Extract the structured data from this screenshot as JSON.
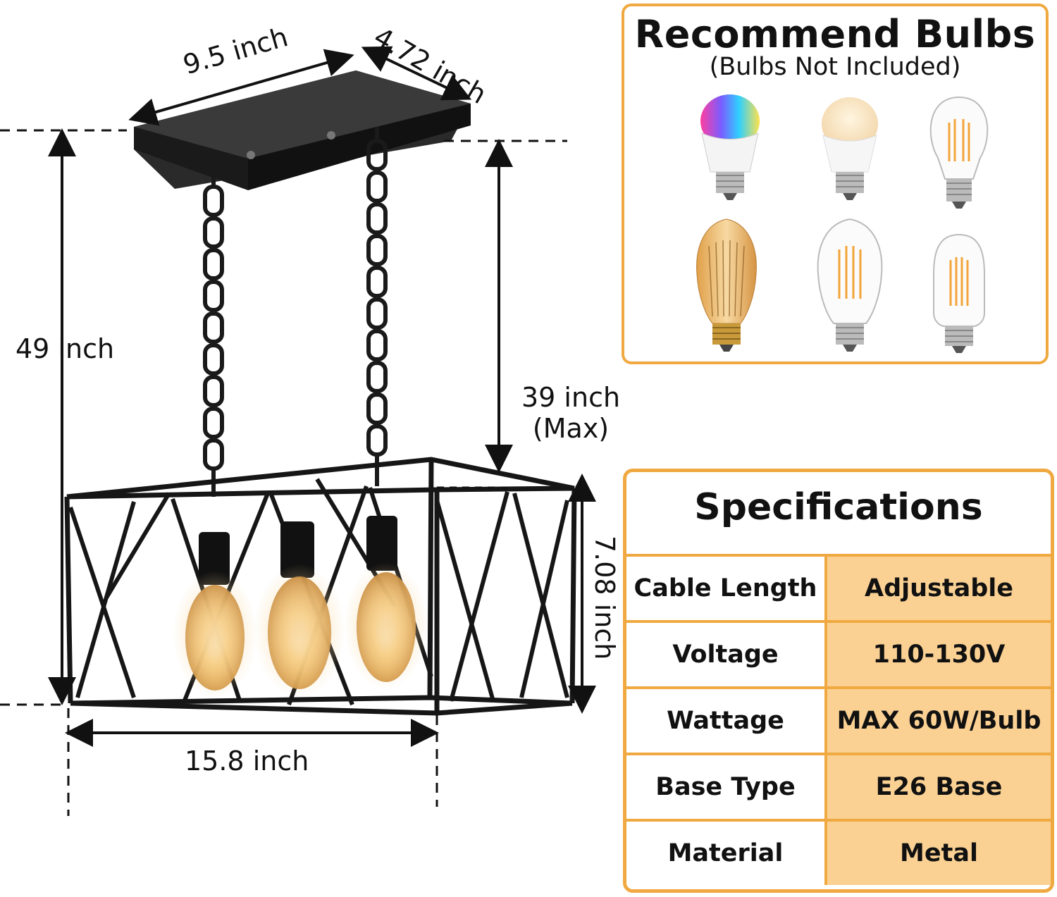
{
  "dimensions": {
    "width_top": "9.5 inch",
    "depth_top": "4.72 inch",
    "total_height": "49 inch",
    "chain_max_line1": "39 inch",
    "chain_max_line2": "(Max)",
    "cage_height": "7.08 inch",
    "cage_width": "15.8 inch"
  },
  "bulbs": {
    "title": "Recommend Bulbs",
    "subtitle": "(Bulbs Not Included)",
    "types": [
      "rgb-smart-bulb-icon",
      "frosted-a19-bulb-icon",
      "clear-filament-a19-bulb-icon",
      "amber-st64-bulb-icon",
      "clear-st64-bulb-icon",
      "clear-t45-bulb-icon"
    ]
  },
  "specifications": {
    "title": "Specifications",
    "rows": [
      {
        "label": "Cable Length",
        "value": "Adjustable"
      },
      {
        "label": "Voltage",
        "value": "110-130V"
      },
      {
        "label": "Wattage",
        "value": "MAX 60W/Bulb"
      },
      {
        "label": "Base Type",
        "value": "E26 Base"
      },
      {
        "label": "Material",
        "value": "Metal"
      }
    ]
  },
  "colors": {
    "accent_border": "#f0a940",
    "value_cell_bg": "#fbd193",
    "metal": "#1c1c1c"
  }
}
